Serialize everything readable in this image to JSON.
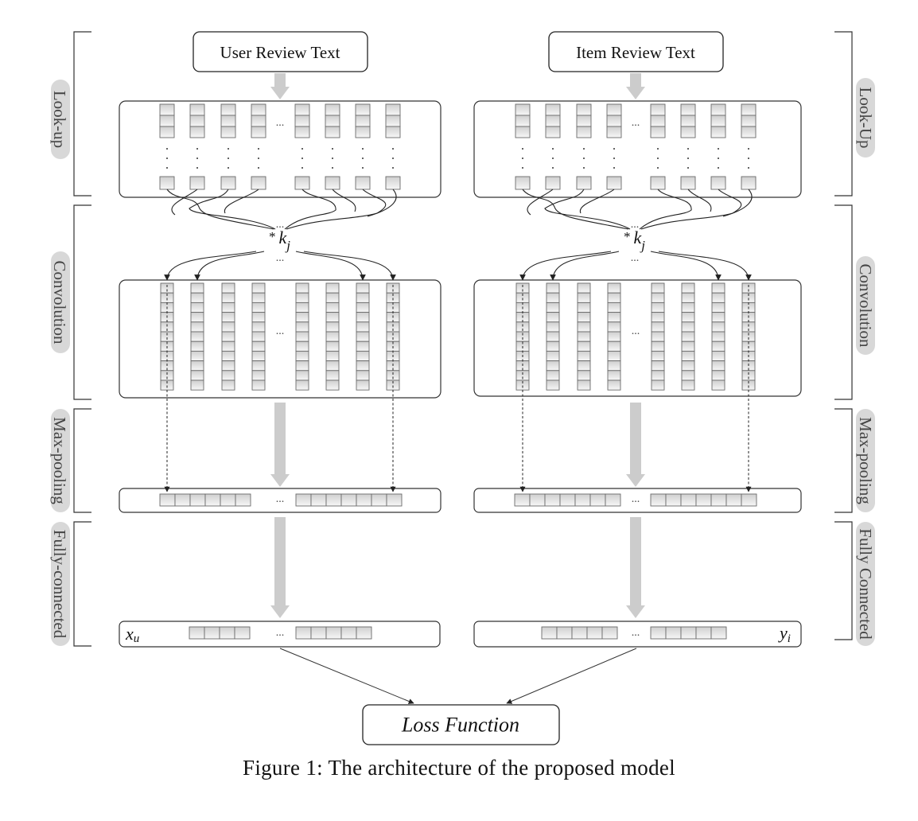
{
  "inputs": {
    "user": "User Review Text",
    "item": "Item Review Text"
  },
  "stages_left": {
    "lookup": "Look-up",
    "convolution": "Convolution",
    "maxpool": "Max-pooling",
    "fc": "Fully-connected"
  },
  "stages_right": {
    "lookup": "Look-Up",
    "convolution": "Convolution",
    "maxpool": "Max-pooling",
    "fc": "Fully Connected"
  },
  "kernel_op": "*",
  "kernel_symbol": "k",
  "kernel_sub": "j",
  "ellipsis": "...",
  "user_vector": {
    "symbol": "x",
    "sub": "u"
  },
  "item_vector": {
    "symbol": "y",
    "sub": "i"
  },
  "loss": "Loss Function",
  "caption": "Figure 1: The architecture of the proposed model",
  "colors": {
    "arrow_gray": "#cccccc",
    "pill_gray": "#d8d8d8",
    "cell_top": "#cfcfcf",
    "cell_bottom": "#f4f4f4"
  }
}
